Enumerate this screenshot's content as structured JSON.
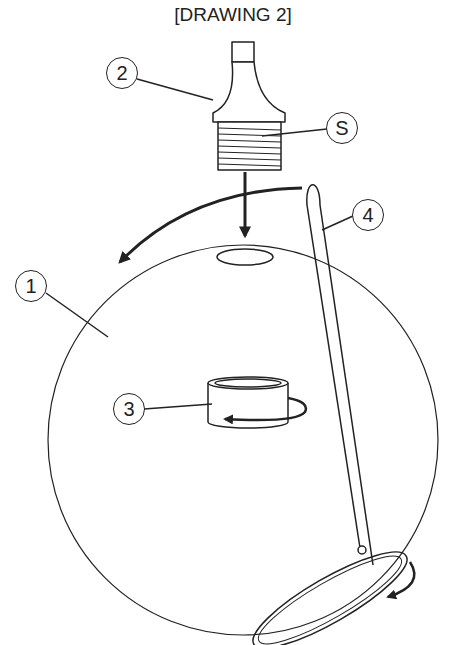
{
  "diagram": {
    "title": "[DRAWING 2]",
    "nodes": [
      {
        "text": [
          "2"
        ]
      },
      {
        "text": [
          "S"
        ]
      },
      {
        "text": [
          "4"
        ]
      },
      {
        "text": [
          "1"
        ]
      },
      {
        "text": [
          "3"
        ]
      }
    ]
  }
}
